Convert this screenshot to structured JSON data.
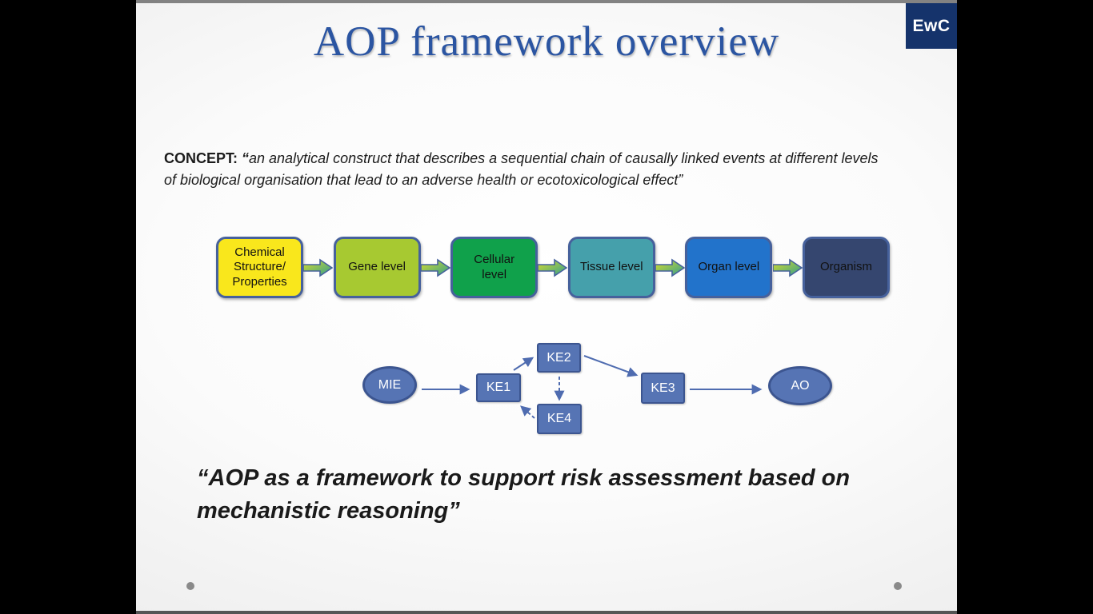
{
  "logo": {
    "text": "EwC"
  },
  "title": {
    "text": "AOP framework overview"
  },
  "concept": {
    "label": "CONCEPT: ",
    "open_quote": "“",
    "text": "an analytical construct that describes a sequential chain of causally linked events at different levels of biological organisation that lead to an adverse health or ecotoxicological effect”"
  },
  "levels": {
    "items": [
      {
        "label": "Chemical\nStructure/\nProperties",
        "fill": "#f9e71c"
      },
      {
        "label": "Gene level",
        "fill": "#a7c931"
      },
      {
        "label": "Cellular\nlevel",
        "fill": "#10a14b"
      },
      {
        "label": "Tissue level",
        "fill": "#45a0ab"
      },
      {
        "label": "Organ level",
        "fill": "#2273cb"
      },
      {
        "label": "Organism",
        "fill": "#35466f"
      }
    ]
  },
  "pathway": {
    "nodes": [
      {
        "id": "mie",
        "label": "MIE",
        "shape": "ellipse"
      },
      {
        "id": "ke1",
        "label": "KE1",
        "shape": "rect"
      },
      {
        "id": "ke2",
        "label": "KE2",
        "shape": "rect"
      },
      {
        "id": "ke3",
        "label": "KE3",
        "shape": "rect"
      },
      {
        "id": "ke4",
        "label": "KE4",
        "shape": "rect"
      },
      {
        "id": "ao",
        "label": "AO",
        "shape": "ellipse"
      }
    ]
  },
  "quote": "“AOP as a framework to support risk assessment based on mechanistic reasoning”",
  "colors": {
    "title": "#2b55a2",
    "level_border": "#46619c",
    "node_fill": "#5674b4",
    "node_border": "#3c5590",
    "arrow": "#4f6cb0",
    "logo_bg": "#15336b",
    "block_arrow_from": "#d9dd2a",
    "block_arrow_to": "#2f9d8f",
    "dot": "#8a8a8a"
  }
}
